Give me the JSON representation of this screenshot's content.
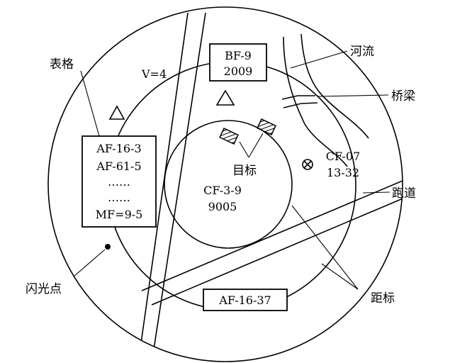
{
  "callouts": {
    "table": "表格",
    "river": "河流",
    "bridge": "桥梁",
    "target": "目标",
    "runway": "跑道",
    "flash_point": "闪光点",
    "range_marks": "距标"
  },
  "labels": {
    "speed": "V=4",
    "bf_line1": "BF-9",
    "bf_line2": "2009",
    "cf07_line1": "CF-07",
    "cf07_line2": "13-32",
    "cf39_line1": "CF-3-9",
    "cf39_line2": "9005",
    "bottom_box": "AF-16-37"
  },
  "table_rows": [
    "AF-16-3",
    "AF-61-5",
    "……",
    "……",
    "MF=9-5"
  ],
  "icons": {
    "triangle": "triangle-marker-icon",
    "target_symbol": "hatched-rectangle-icon",
    "cross_circle": "crossed-circle-icon",
    "flash_dot": "dot-icon"
  }
}
